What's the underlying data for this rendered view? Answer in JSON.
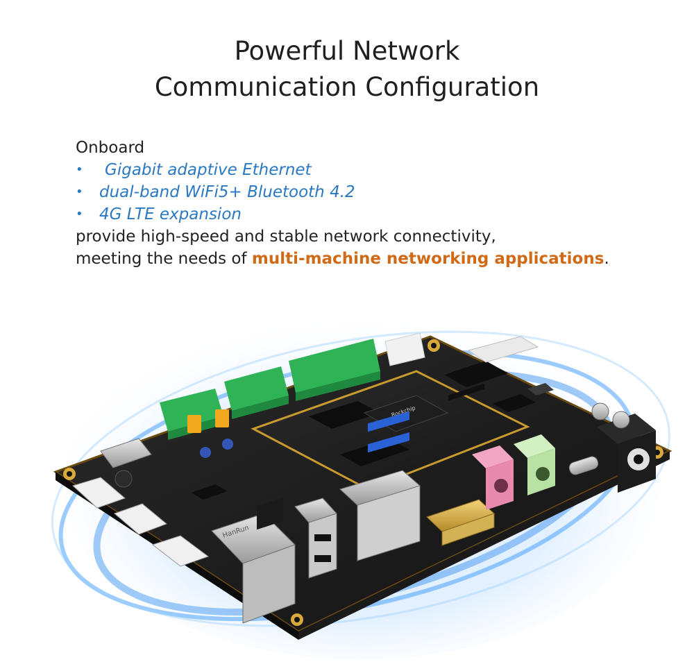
{
  "heading": {
    "line1": "Powerful Network",
    "line2": "Communication Configuration"
  },
  "intro": "Onboard",
  "features": [
    {
      "bullet": "•",
      "text": "Gigabit adaptive Ethernet"
    },
    {
      "bullet": "•",
      "text": "dual-band WiFi5+ Bluetooth 4.2"
    },
    {
      "bullet": "•",
      "text": "4G LTE expansion"
    }
  ],
  "description": {
    "line1": "provide high-speed and stable network connectivity,",
    "line2_prefix": "meeting the needs of ",
    "line2_highlight": "multi-machine networking applications",
    "line2_suffix": "."
  },
  "product_image": {
    "chip_label": "Rockchip",
    "connector_label": "HanRun"
  },
  "colors": {
    "feature_blue": "#2a78c2",
    "highlight_orange": "#d06a16",
    "board_black": "#1b1b1b",
    "terminal_green": "#2fb356",
    "glow_blue": "#4aa3ff"
  }
}
